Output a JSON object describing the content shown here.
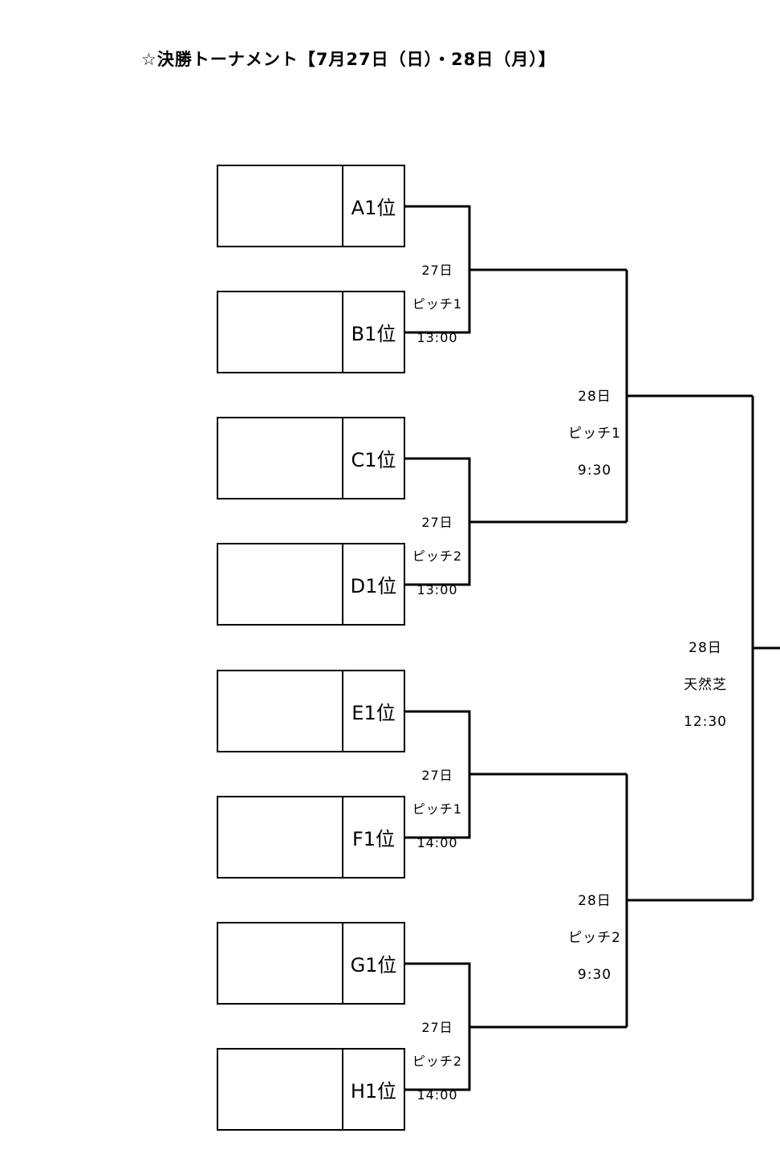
{
  "title": "☆決勝トーナメント【7月27日（日）・28日（月）】",
  "teams": [
    {
      "seed": "A1位",
      "name": ""
    },
    {
      "seed": "B1位",
      "name": ""
    },
    {
      "seed": "C1位",
      "name": ""
    },
    {
      "seed": "D1位",
      "name": ""
    },
    {
      "seed": "E1位",
      "name": ""
    },
    {
      "seed": "F1位",
      "name": ""
    },
    {
      "seed": "G1位",
      "name": ""
    },
    {
      "seed": "H1位",
      "name": ""
    }
  ],
  "round1": [
    {
      "day": "27日",
      "venue": "ピッチ1",
      "time": "13:00"
    },
    {
      "day": "27日",
      "venue": "ピッチ2",
      "time": "13:00"
    },
    {
      "day": "27日",
      "venue": "ピッチ1",
      "time": "14:00"
    },
    {
      "day": "27日",
      "venue": "ピッチ2",
      "time": "14:00"
    }
  ],
  "semifinals": [
    {
      "day": "28日",
      "venue": "ピッチ1",
      "time": "9:30"
    },
    {
      "day": "28日",
      "venue": "ピッチ2",
      "time": "9:30"
    }
  ],
  "final": {
    "day": "28日",
    "venue": "天然芝",
    "time": "12:30"
  },
  "colors": {
    "line": "#000000",
    "background": "#ffffff"
  }
}
